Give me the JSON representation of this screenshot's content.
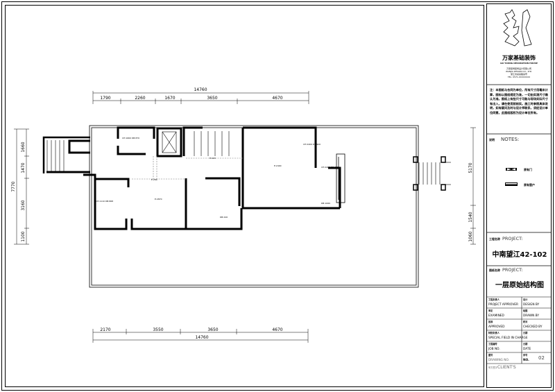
{
  "title_block": {
    "logo_text": "万家装饰",
    "company_name": "万家基础装饰",
    "company_name_en": "GO YOUNG DECORATION HOUSE",
    "company_lines": [
      "万家装饰装饰设计有限公司",
      "WANJIA DESIGN CO., LTD.",
      "浙江省某某路某号",
      "TEL: 0571-XXXXXXXX"
    ],
    "notes_text": "注：本图纸与合同为单位，所有尺寸用毫米计算，图标以图纸规定为准，一切由实测尺寸确认为准。图纸上有些尺寸可能与现场实际尺寸有出入，请在使用前核实。施工时参照具体说明，如有疑问及时与设计师联系，须经设计单位同意。此图纸版权为设计单位所有。",
    "notes_label_cn": "说明",
    "notes_label": "NOTES:",
    "legend": [
      {
        "symbol": "door-symbol",
        "label": "原有门"
      },
      {
        "symbol": "window-symbol",
        "label": "原有窗户"
      }
    ],
    "project_label_cn": "工程名称",
    "project_label": "PROJECT:",
    "project_name": "中南望江42-102",
    "drawing_label_cn": "图纸名称",
    "drawing_label": "PROJECT:",
    "drawing_name": "一层原始结构图",
    "fields": [
      {
        "cn": "工程负责人",
        "en": "PROJECT APPROVER"
      },
      {
        "cn": "设计",
        "en": "DESIGN BY"
      },
      {
        "cn": "审定",
        "en": "EXAMINED"
      },
      {
        "cn": "绘图",
        "en": "DRAWN BY"
      },
      {
        "cn": "批准",
        "en": "APPROVED"
      },
      {
        "cn": "校对",
        "en": "CHECKED BY"
      },
      {
        "cn": "特别负责人",
        "en": "SPECIAL FIELD IN CHARGE"
      },
      {
        "cn": "日期",
        "en": ""
      },
      {
        "cn": "工程编号",
        "en": "JOB NO."
      },
      {
        "cn": "日期",
        "en": "DATE"
      },
      {
        "cn": "图号",
        "en": "DRAWING NO."
      },
      {
        "cn": "序号",
        "en": "NO."
      }
    ],
    "sheet_number": "02",
    "client_label": "CLIENT'S",
    "client_label_cn": "甲方签字"
  },
  "plan": {
    "top_total": "14760",
    "top_segments": [
      "1790",
      "2260",
      "1670",
      "3650",
      "4670"
    ],
    "bottom_segments": [
      "2170",
      "3550",
      "3650",
      "4670"
    ],
    "bottom_total": "14760",
    "left_segments": [
      "1660",
      "1470",
      "3160",
      "1100"
    ],
    "left_total": "7770",
    "right_segments": [
      "5170",
      "1540",
      "1060"
    ],
    "room_labels": [
      "CH:1660 DB:870",
      "CH:1110 DB:868",
      "E:2870",
      "DB:240",
      "E:280",
      "E:420",
      "CH:2400 DB:920",
      "E:2400",
      "CH:2400 DB:140",
      "DB:1060"
    ]
  }
}
